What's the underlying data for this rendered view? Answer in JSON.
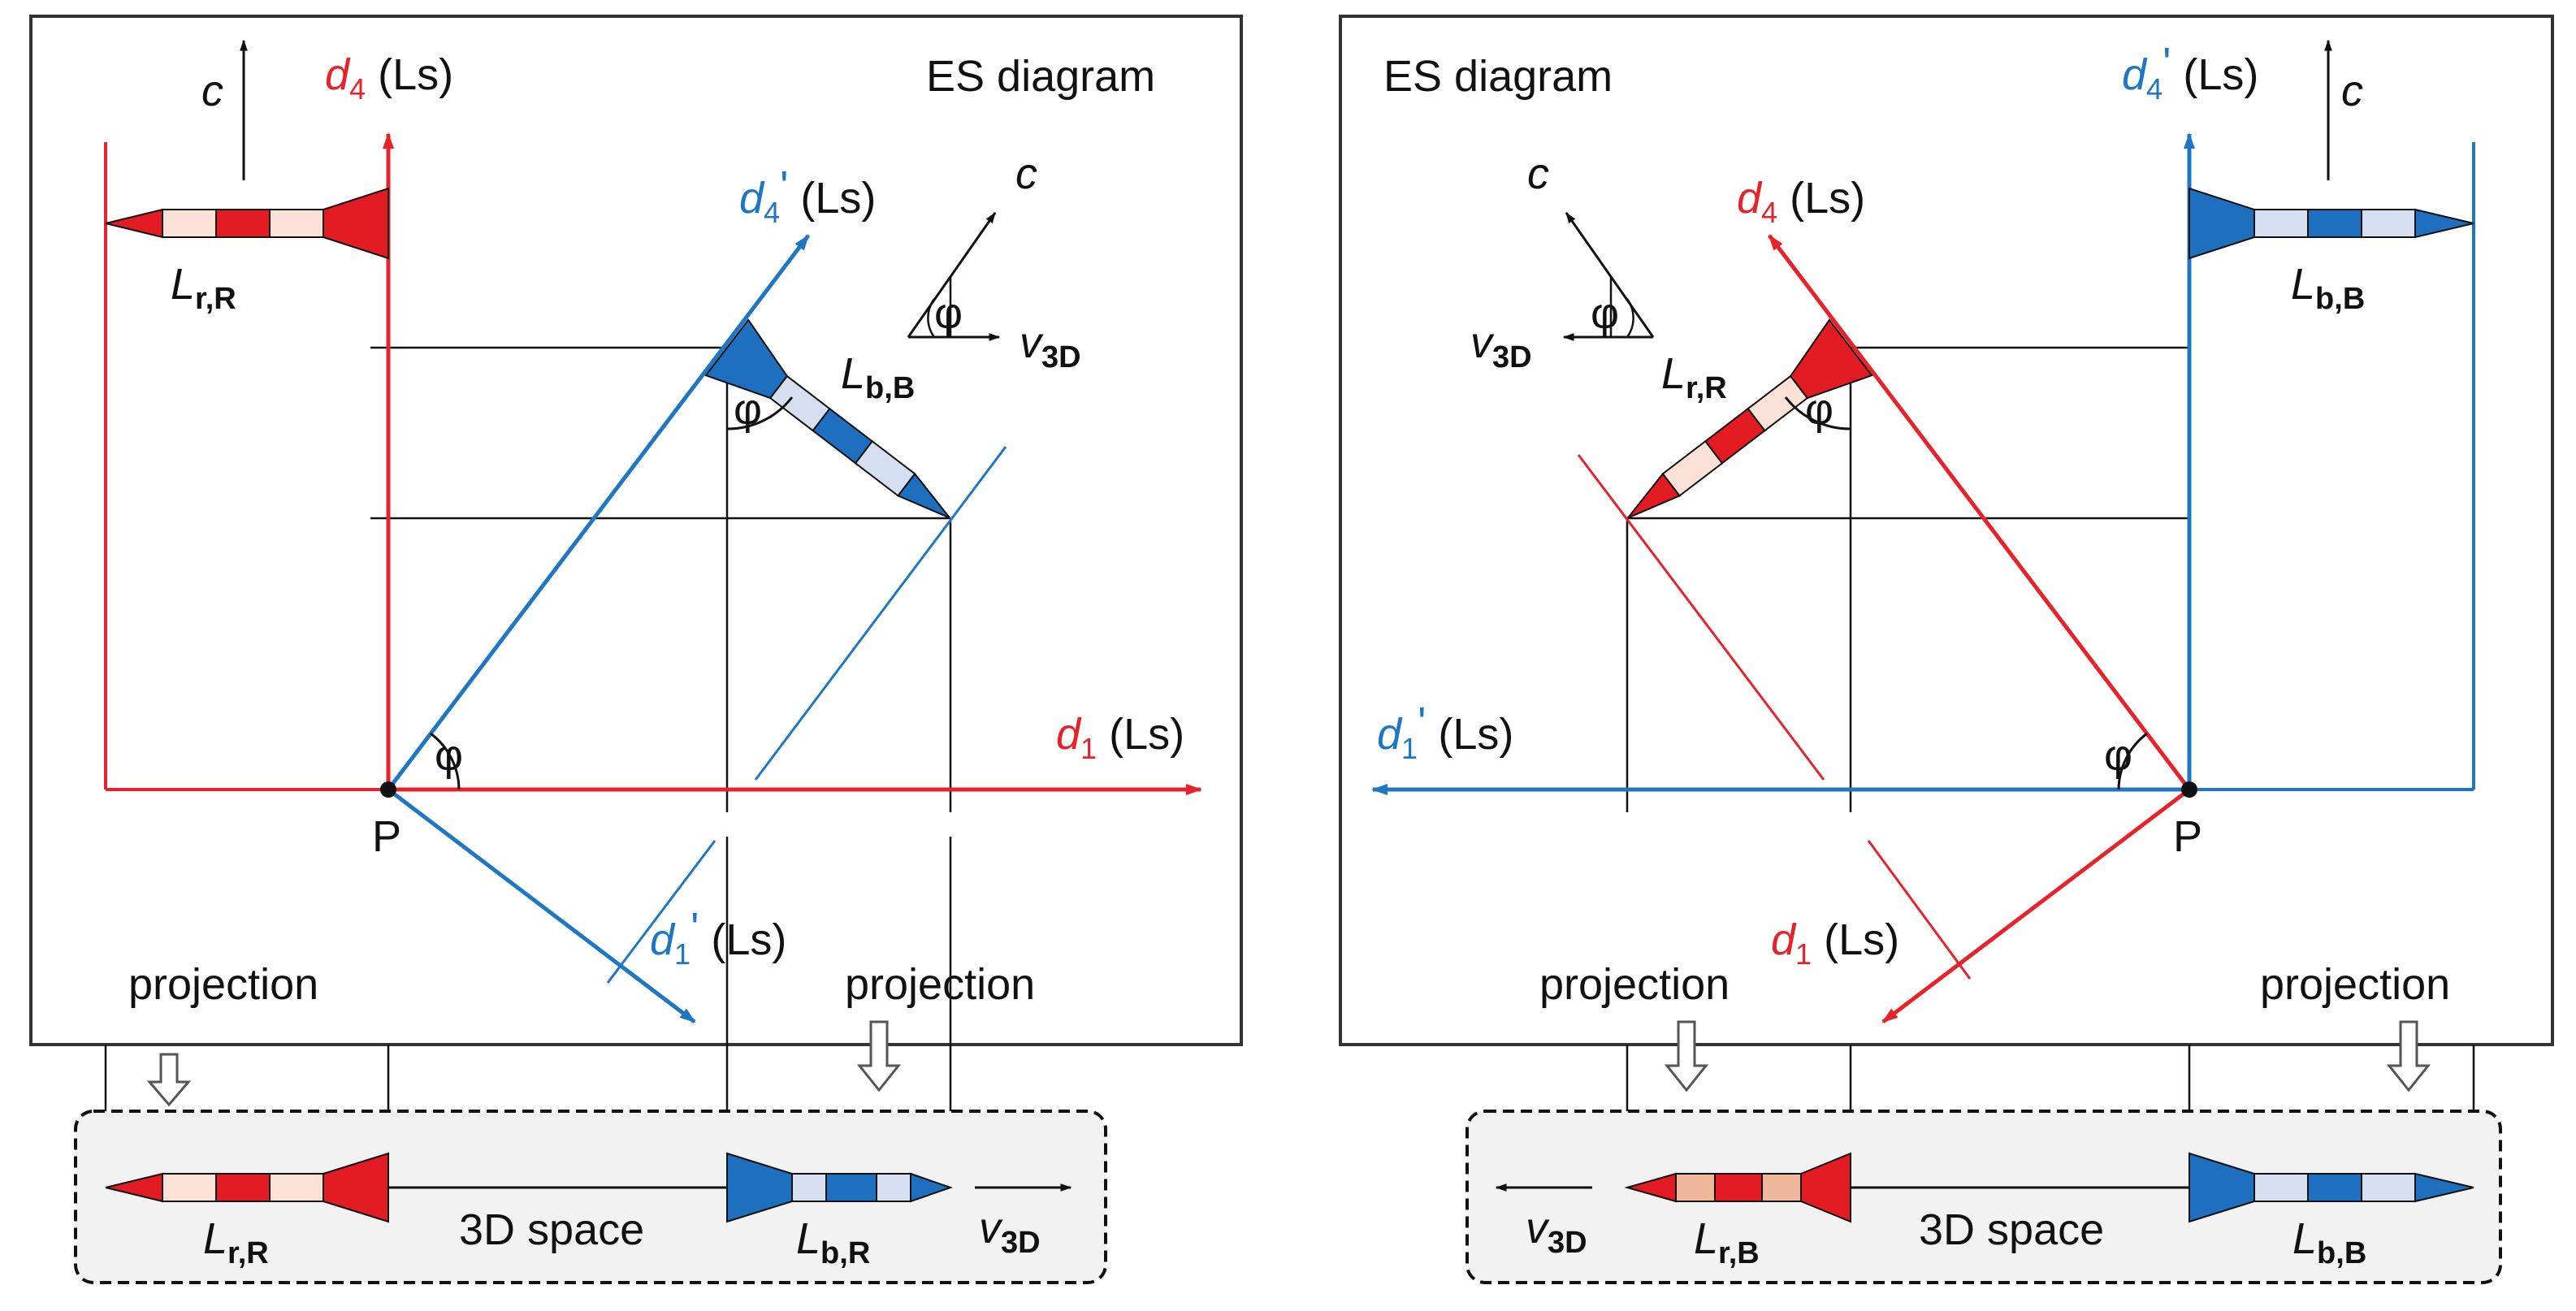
{
  "colors": {
    "red": "#e8222a",
    "blue": "#1f77c4",
    "dark_red": "#e31b23",
    "light_red": "#fbe1d6",
    "dark_blue": "#1f6fc0",
    "light_blue": "#d6def2",
    "box_fill": "#f2f2f2",
    "black": "#111111"
  },
  "left": {
    "title": "ES diagram",
    "axis_d4": "d",
    "axis_d4_sub": "4",
    "axis_d4_unit": " (Ls)",
    "axis_d1": "d",
    "axis_d1_sub": "1",
    "axis_d1_unit": " (Ls)",
    "axis_d4p": "d",
    "axis_d4p_sub": "4",
    "axis_d4p_prime": "'",
    "axis_d4p_unit": " (Ls)",
    "axis_d1p": "d",
    "axis_d1p_sub": "1",
    "axis_d1p_prime": "'",
    "axis_d1p_unit": " (Ls)",
    "c_label": "c",
    "c_label2": "c",
    "v_label": "v",
    "v_sub": "3D",
    "phi": "φ",
    "point": "P",
    "rod_red_L": "L",
    "rod_red_sub": "r,R",
    "rod_blue_L": "L",
    "rod_blue_sub": "b,B",
    "projection_left": "projection",
    "projection_right": "projection",
    "space_label": "3D space",
    "space_red_L": "L",
    "space_red_sub": "r,R",
    "space_blue_L": "L",
    "space_blue_sub": "b,R",
    "space_v": "v",
    "space_v_sub": "3D"
  },
  "right": {
    "title": "ES diagram",
    "axis_d4p": "d",
    "axis_d4p_sub": "4",
    "axis_d4p_prime": "'",
    "axis_d4p_unit": " (Ls)",
    "axis_d1p": "d",
    "axis_d1p_sub": "1",
    "axis_d1p_prime": "'",
    "axis_d1p_unit": " (Ls)",
    "axis_d4": "d",
    "axis_d4_sub": "4",
    "axis_d4_unit": " (Ls)",
    "axis_d1": "d",
    "axis_d1_sub": "1",
    "axis_d1_unit": " (Ls)",
    "c_label": "c",
    "c_label2": "c",
    "v_label": "v",
    "v_sub": "3D",
    "phi": "φ",
    "point": "P",
    "rod_red_L": "L",
    "rod_red_sub": "r,R",
    "rod_blue_L": "L",
    "rod_blue_sub": "b,B",
    "projection_left": "projection",
    "projection_right": "projection",
    "space_label": "3D space",
    "space_red_L": "L",
    "space_red_sub": "r,B",
    "space_blue_L": "L",
    "space_blue_sub": "b,B",
    "space_v": "v",
    "space_v_sub": "3D"
  }
}
